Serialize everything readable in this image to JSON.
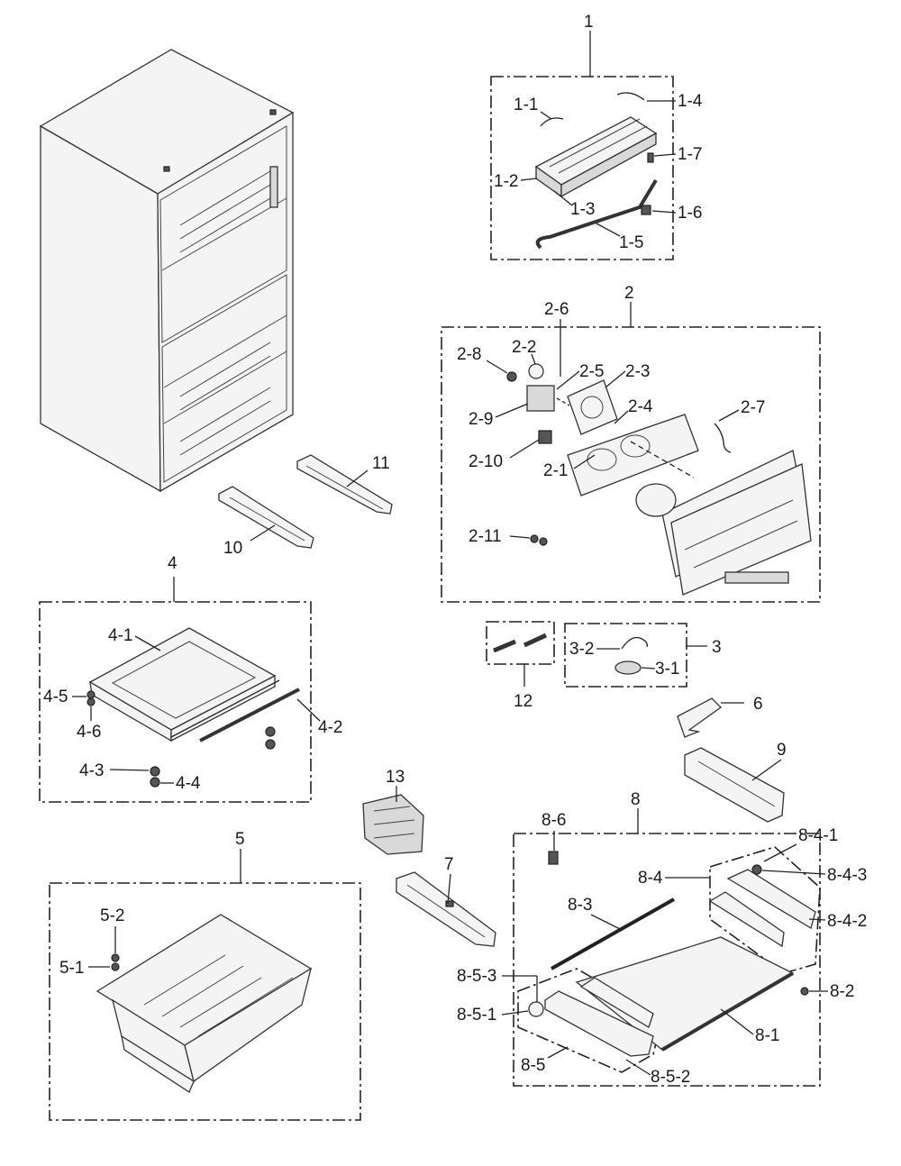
{
  "labels": {
    "g1": "1",
    "l1_1": "1-1",
    "l1_2": "1-2",
    "l1_3": "1-3",
    "l1_4": "1-4",
    "l1_5": "1-5",
    "l1_6": "1-6",
    "l1_7": "1-7",
    "g2": "2",
    "l2_1": "2-1",
    "l2_2": "2-2",
    "l2_3": "2-3",
    "l2_4": "2-4",
    "l2_5": "2-5",
    "l2_6": "2-6",
    "l2_7": "2-7",
    "l2_8": "2-8",
    "l2_9": "2-9",
    "l2_10": "2-10",
    "l2_11": "2-11",
    "g3": "3",
    "l3_1": "3-1",
    "l3_2": "3-2",
    "g4": "4",
    "l4_1": "4-1",
    "l4_2": "4-2",
    "l4_3": "4-3",
    "l4_4": "4-4",
    "l4_5": "4-5",
    "l4_6": "4-6",
    "g5": "5",
    "l5_1": "5-1",
    "l5_2": "5-2",
    "g6": "6",
    "g7": "7",
    "g8": "8",
    "l8_1": "8-1",
    "l8_2": "8-2",
    "l8_3": "8-3",
    "l8_4": "8-4",
    "l8_4_1": "8-4-1",
    "l8_4_2": "8-4-2",
    "l8_4_3": "8-4-3",
    "l8_5": "8-5",
    "l8_5_1": "8-5-1",
    "l8_5_2": "8-5-2",
    "l8_5_3": "8-5-3",
    "l8_6": "8-6",
    "g9": "9",
    "g10": "10",
    "g11": "11",
    "g12": "12",
    "g13": "13"
  }
}
